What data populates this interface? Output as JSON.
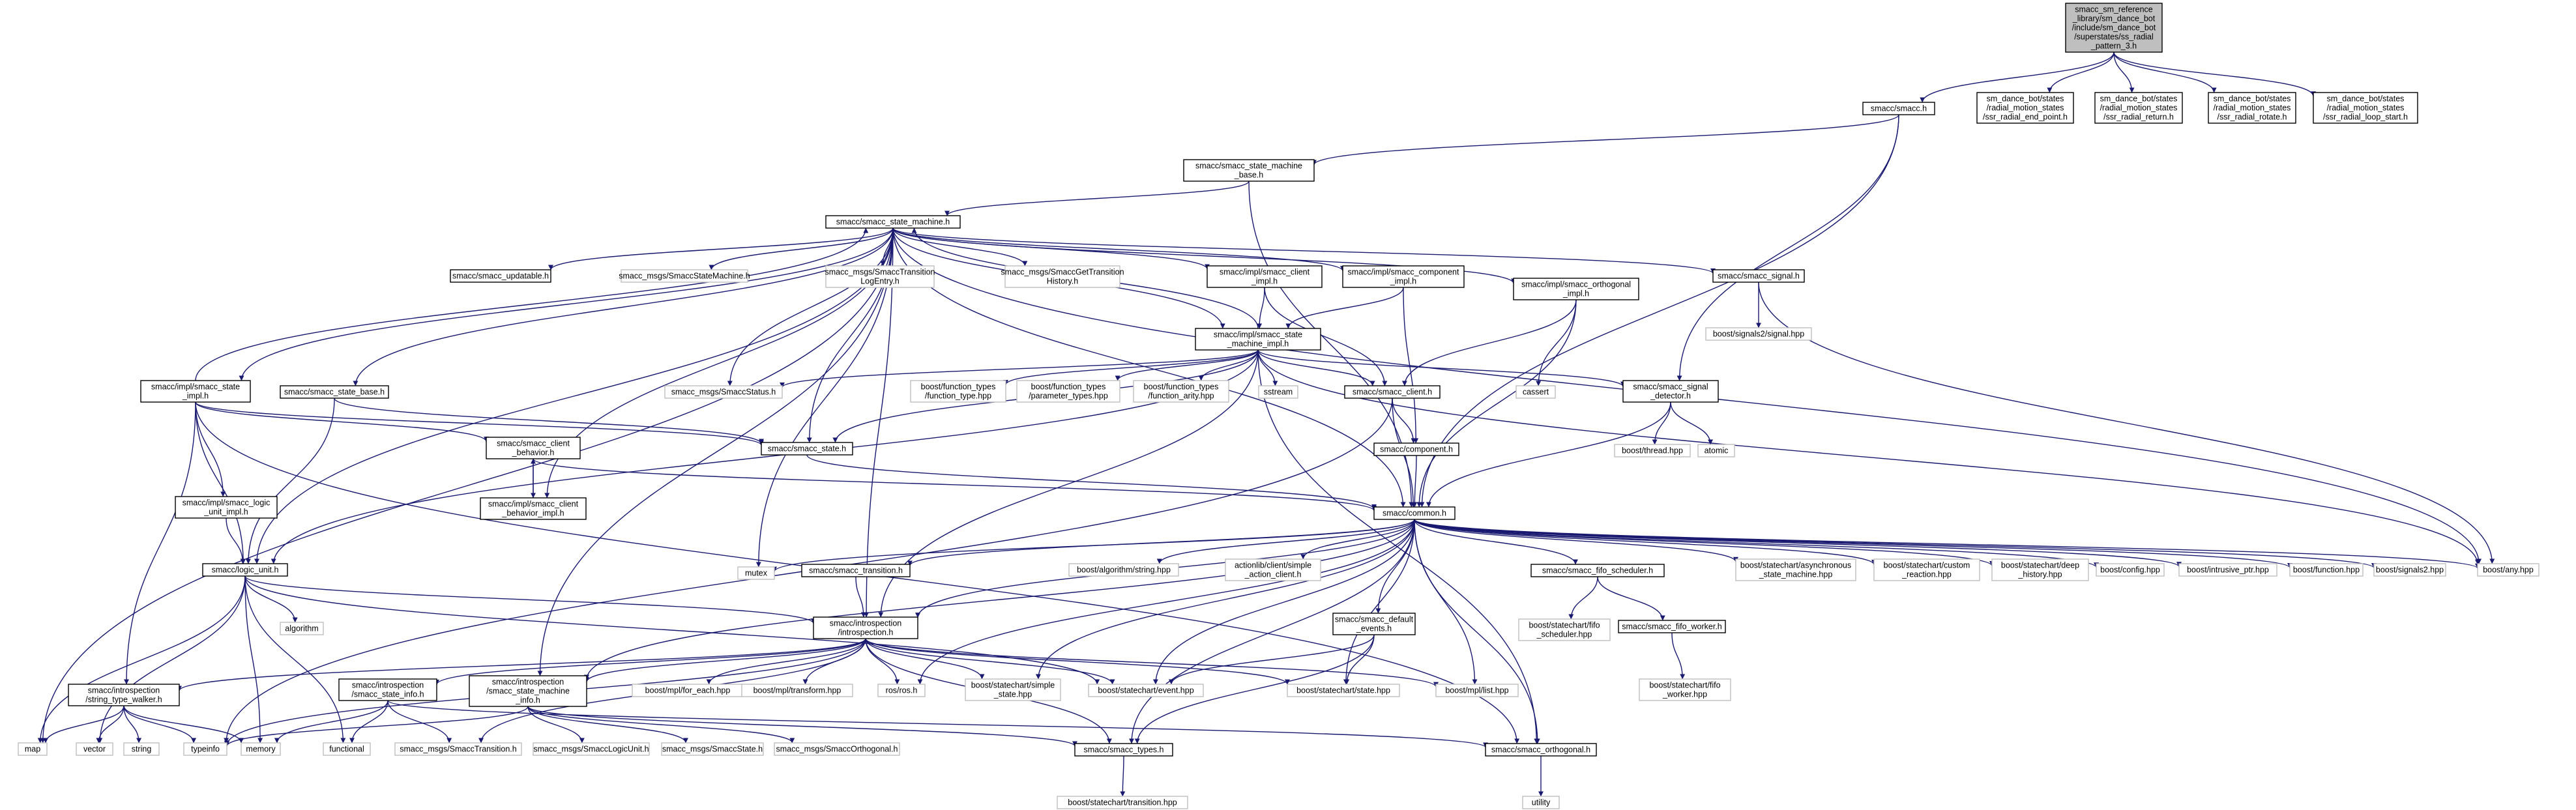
{
  "colors": {
    "root_fill": "#bfbfbf",
    "root_stroke": "#000000",
    "node_fill": "#ffffff",
    "node_stroke": "#000000",
    "external_stroke": "#bfbfbf",
    "edge": "#191970"
  },
  "nodes": [
    {
      "id": "root",
      "kind": "root",
      "lines": [
        "smacc_sm_reference",
        "_library/sm_dance_bot",
        "/include/sm_dance_bot",
        "/superstates/ss_radial",
        "_pattern_3.h"
      ]
    },
    {
      "id": "smacc_h",
      "kind": "doc",
      "lines": [
        "smacc/smacc.h"
      ]
    },
    {
      "id": "radial_end",
      "kind": "doc",
      "lines": [
        "sm_dance_bot/states",
        "/radial_motion_states",
        "/ssr_radial_end_point.h"
      ]
    },
    {
      "id": "radial_return",
      "kind": "doc",
      "lines": [
        "sm_dance_bot/states",
        "/radial_motion_states",
        "/ssr_radial_return.h"
      ]
    },
    {
      "id": "radial_rotate",
      "kind": "doc",
      "lines": [
        "sm_dance_bot/states",
        "/radial_motion_states",
        "/ssr_radial_rotate.h"
      ]
    },
    {
      "id": "radial_loop",
      "kind": "doc",
      "lines": [
        "sm_dance_bot/states",
        "/radial_motion_states",
        "/ssr_radial_loop_start.h"
      ]
    },
    {
      "id": "sm_base",
      "kind": "doc",
      "lines": [
        "smacc/smacc_state_machine",
        "_base.h"
      ]
    },
    {
      "id": "state_machine",
      "kind": "doc",
      "lines": [
        "smacc/smacc_state_machine.h"
      ]
    },
    {
      "id": "updatable",
      "kind": "doc",
      "lines": [
        "smacc/smacc_updatable.h"
      ]
    },
    {
      "id": "msg_statemachine",
      "kind": "ext",
      "lines": [
        "smacc_msgs/SmaccStateMachine.h"
      ]
    },
    {
      "id": "msg_translog",
      "kind": "ext",
      "lines": [
        "smacc_msgs/SmaccTransition",
        "LogEntry.h"
      ]
    },
    {
      "id": "msg_gethist",
      "kind": "ext",
      "lines": [
        "smacc_msgs/SmaccGetTransition",
        "History.h"
      ]
    },
    {
      "id": "client_impl",
      "kind": "doc",
      "lines": [
        "smacc/impl/smacc_client",
        "_impl.h"
      ]
    },
    {
      "id": "component_impl",
      "kind": "doc",
      "lines": [
        "smacc/impl/smacc_component",
        "_impl.h"
      ]
    },
    {
      "id": "signal_h",
      "kind": "doc",
      "lines": [
        "smacc/smacc_signal.h"
      ]
    },
    {
      "id": "signals2_signal",
      "kind": "ext",
      "lines": [
        "boost/signals2/signal.hpp"
      ]
    },
    {
      "id": "orth_impl",
      "kind": "doc",
      "lines": [
        "smacc/impl/smacc_orthogonal",
        "_impl.h"
      ]
    },
    {
      "id": "sm_impl",
      "kind": "doc",
      "lines": [
        "smacc/impl/smacc_state",
        "_machine_impl.h"
      ]
    },
    {
      "id": "state_impl",
      "kind": "doc",
      "lines": [
        "smacc/impl/smacc_state",
        "_impl.h"
      ]
    },
    {
      "id": "state_base",
      "kind": "doc",
      "lines": [
        "smacc/smacc_state_base.h"
      ]
    },
    {
      "id": "msg_status",
      "kind": "ext",
      "lines": [
        "smacc_msgs/SmaccStatus.h"
      ]
    },
    {
      "id": "ft_type",
      "kind": "ext",
      "lines": [
        "boost/function_types",
        "/function_type.hpp"
      ]
    },
    {
      "id": "ft_param",
      "kind": "ext",
      "lines": [
        "boost/function_types",
        "/parameter_types.hpp"
      ]
    },
    {
      "id": "ft_arity",
      "kind": "ext",
      "lines": [
        "boost/function_types",
        "/function_arity.hpp"
      ]
    },
    {
      "id": "sstream",
      "kind": "ext",
      "lines": [
        "sstream"
      ]
    },
    {
      "id": "client_h",
      "kind": "doc",
      "lines": [
        "smacc/smacc_client.h"
      ]
    },
    {
      "id": "cassert",
      "kind": "ext",
      "lines": [
        "cassert"
      ]
    },
    {
      "id": "signal_detector",
      "kind": "doc",
      "lines": [
        "smacc/smacc_signal",
        "_detector.h"
      ]
    },
    {
      "id": "thread_hpp",
      "kind": "ext",
      "lines": [
        "boost/thread.hpp"
      ]
    },
    {
      "id": "atomic",
      "kind": "ext",
      "lines": [
        "atomic"
      ]
    },
    {
      "id": "state_h",
      "kind": "doc",
      "lines": [
        "smacc/smacc_state.h"
      ]
    },
    {
      "id": "client_behavior",
      "kind": "doc",
      "lines": [
        "smacc/smacc_client",
        "_behavior.h"
      ]
    },
    {
      "id": "component_h",
      "kind": "doc",
      "lines": [
        "smacc/component.h"
      ]
    },
    {
      "id": "client_behavior_impl",
      "kind": "doc",
      "lines": [
        "smacc/impl/smacc_client",
        "_behavior_impl.h"
      ]
    },
    {
      "id": "logic_unit_impl",
      "kind": "doc",
      "lines": [
        "smacc/impl/smacc_logic",
        "_unit_impl.h"
      ]
    },
    {
      "id": "common_h",
      "kind": "doc",
      "lines": [
        "smacc/common.h"
      ]
    },
    {
      "id": "logic_unit",
      "kind": "doc",
      "lines": [
        "smacc/logic_unit.h"
      ]
    },
    {
      "id": "mutex",
      "kind": "ext",
      "lines": [
        "mutex"
      ]
    },
    {
      "id": "transition_h",
      "kind": "doc",
      "lines": [
        "smacc/smacc_transition.h"
      ]
    },
    {
      "id": "alg_string",
      "kind": "ext",
      "lines": [
        "boost/algorithm/string.hpp"
      ]
    },
    {
      "id": "simple_action",
      "kind": "ext",
      "lines": [
        "actionlib/client/simple",
        "_action_client.h"
      ]
    },
    {
      "id": "fifo_sched",
      "kind": "doc",
      "lines": [
        "smacc/smacc_fifo_scheduler.h"
      ]
    },
    {
      "id": "async_sm",
      "kind": "ext",
      "lines": [
        "boost/statechart/asynchronous",
        "_state_machine.hpp"
      ]
    },
    {
      "id": "custom_reaction",
      "kind": "ext",
      "lines": [
        "boost/statechart/custom",
        "_reaction.hpp"
      ]
    },
    {
      "id": "deep_history",
      "kind": "ext",
      "lines": [
        "boost/statechart/deep",
        "_history.hpp"
      ]
    },
    {
      "id": "config_hpp",
      "kind": "ext",
      "lines": [
        "boost/config.hpp"
      ]
    },
    {
      "id": "intrusive_ptr",
      "kind": "ext",
      "lines": [
        "boost/intrusive_ptr.hpp"
      ]
    },
    {
      "id": "function_hpp",
      "kind": "ext",
      "lines": [
        "boost/function.hpp"
      ]
    },
    {
      "id": "signals2_hpp",
      "kind": "ext",
      "lines": [
        "boost/signals2.hpp"
      ]
    },
    {
      "id": "any_hpp",
      "kind": "ext",
      "lines": [
        "boost/any.hpp"
      ]
    },
    {
      "id": "algorithm",
      "kind": "ext",
      "lines": [
        "algorithm"
      ]
    },
    {
      "id": "introspection",
      "kind": "doc",
      "lines": [
        "smacc/introspection",
        "/introspection.h"
      ]
    },
    {
      "id": "default_events",
      "kind": "doc",
      "lines": [
        "smacc/smacc_default",
        "_events.h"
      ]
    },
    {
      "id": "fifo_sched_hpp",
      "kind": "ext",
      "lines": [
        "boost/statechart/fifo",
        "_scheduler.hpp"
      ]
    },
    {
      "id": "fifo_worker",
      "kind": "doc",
      "lines": [
        "smacc/smacc_fifo_worker.h"
      ]
    },
    {
      "id": "fifo_worker_hpp",
      "kind": "ext",
      "lines": [
        "boost/statechart/fifo",
        "_worker.hpp"
      ]
    },
    {
      "id": "stw",
      "kind": "doc",
      "lines": [
        "smacc/introspection",
        "/string_type_walker.h"
      ]
    },
    {
      "id": "state_info",
      "kind": "doc",
      "lines": [
        "smacc/introspection",
        "/smacc_state_info.h"
      ]
    },
    {
      "id": "sm_info",
      "kind": "doc",
      "lines": [
        "smacc/introspection",
        "/smacc_state_machine",
        "_info.h"
      ]
    },
    {
      "id": "for_each",
      "kind": "ext",
      "lines": [
        "boost/mpl/for_each.hpp"
      ]
    },
    {
      "id": "transform",
      "kind": "ext",
      "lines": [
        "boost/mpl/transform.hpp"
      ]
    },
    {
      "id": "ros_h",
      "kind": "ext",
      "lines": [
        "ros/ros.h"
      ]
    },
    {
      "id": "simple_state",
      "kind": "ext",
      "lines": [
        "boost/statechart/simple",
        "_state.hpp"
      ]
    },
    {
      "id": "event_hpp",
      "kind": "ext",
      "lines": [
        "boost/statechart/event.hpp"
      ]
    },
    {
      "id": "state_hpp",
      "kind": "ext",
      "lines": [
        "boost/statechart/state.hpp"
      ]
    },
    {
      "id": "list_hpp",
      "kind": "ext",
      "lines": [
        "boost/mpl/list.hpp"
      ]
    },
    {
      "id": "map",
      "kind": "ext",
      "lines": [
        "map"
      ]
    },
    {
      "id": "vector",
      "kind": "ext",
      "lines": [
        "vector"
      ]
    },
    {
      "id": "string",
      "kind": "ext",
      "lines": [
        "string"
      ]
    },
    {
      "id": "typeinfo",
      "kind": "ext",
      "lines": [
        "typeinfo"
      ]
    },
    {
      "id": "memory",
      "kind": "ext",
      "lines": [
        "memory"
      ]
    },
    {
      "id": "functional",
      "kind": "ext",
      "lines": [
        "functional"
      ]
    },
    {
      "id": "msg_transition",
      "kind": "ext",
      "lines": [
        "smacc_msgs/SmaccTransition.h"
      ]
    },
    {
      "id": "msg_logicunit",
      "kind": "ext",
      "lines": [
        "smacc_msgs/SmaccLogicUnit.h"
      ]
    },
    {
      "id": "msg_state",
      "kind": "ext",
      "lines": [
        "smacc_msgs/SmaccState.h"
      ]
    },
    {
      "id": "msg_orthogonal",
      "kind": "ext",
      "lines": [
        "smacc_msgs/SmaccOrthogonal.h"
      ]
    },
    {
      "id": "types_h",
      "kind": "doc",
      "lines": [
        "smacc/smacc_types.h"
      ]
    },
    {
      "id": "orthogonal_h",
      "kind": "doc",
      "lines": [
        "smacc/smacc_orthogonal.h"
      ]
    },
    {
      "id": "transition_hpp",
      "kind": "ext",
      "lines": [
        "boost/statechart/transition.hpp"
      ]
    },
    {
      "id": "utility",
      "kind": "ext",
      "lines": [
        "utility"
      ]
    }
  ],
  "edges": [
    [
      "root",
      "smacc_h"
    ],
    [
      "root",
      "radial_end"
    ],
    [
      "root",
      "radial_return"
    ],
    [
      "root",
      "radial_rotate"
    ],
    [
      "root",
      "radial_loop"
    ],
    [
      "smacc_h",
      "sm_base"
    ],
    [
      "smacc_h",
      "common_h"
    ],
    [
      "smacc_h",
      "signal_detector"
    ],
    [
      "sm_base",
      "state_machine"
    ],
    [
      "sm_base",
      "common_h"
    ],
    [
      "state_machine",
      "updatable"
    ],
    [
      "state_machine",
      "msg_statemachine"
    ],
    [
      "state_machine",
      "msg_translog"
    ],
    [
      "state_machine",
      "msg_gethist"
    ],
    [
      "state_machine",
      "client_impl"
    ],
    [
      "state_machine",
      "component_impl"
    ],
    [
      "state_machine",
      "signal_h"
    ],
    [
      "state_machine",
      "orth_impl"
    ],
    [
      "state_machine",
      "sm_impl"
    ],
    [
      "state_machine",
      "state_impl"
    ],
    [
      "state_machine",
      "state_base"
    ],
    [
      "state_machine",
      "msg_status"
    ],
    [
      "state_machine",
      "state_h"
    ],
    [
      "state_machine",
      "logic_unit"
    ],
    [
      "state_machine",
      "mutex"
    ],
    [
      "state_machine",
      "any_hpp"
    ],
    [
      "state_machine",
      "map"
    ],
    [
      "state_machine",
      "introspection"
    ],
    [
      "state_machine",
      "sm_info"
    ],
    [
      "state_machine",
      "client_behavior_impl"
    ],
    [
      "state_machine",
      "common_h"
    ],
    [
      "signal_h",
      "signals2_signal"
    ],
    [
      "signal_h",
      "any_hpp"
    ],
    [
      "orth_impl",
      "client_h"
    ],
    [
      "orth_impl",
      "cassert"
    ],
    [
      "orth_impl",
      "common_h"
    ],
    [
      "client_impl",
      "sm_impl"
    ],
    [
      "client_impl",
      "client_h"
    ],
    [
      "component_impl",
      "sm_impl"
    ],
    [
      "component_impl",
      "component_h"
    ],
    [
      "sm_impl",
      "state_machine"
    ],
    [
      "sm_impl",
      "msg_status"
    ],
    [
      "sm_impl",
      "ft_type"
    ],
    [
      "sm_impl",
      "ft_param"
    ],
    [
      "sm_impl",
      "ft_arity"
    ],
    [
      "sm_impl",
      "sstream"
    ],
    [
      "sm_impl",
      "client_h"
    ],
    [
      "sm_impl",
      "signal_detector"
    ],
    [
      "sm_impl",
      "state_h"
    ],
    [
      "sm_impl",
      "logic_unit"
    ],
    [
      "sm_impl",
      "introspection"
    ],
    [
      "sm_impl",
      "orthogonal_h"
    ],
    [
      "sm_impl",
      "any_hpp"
    ],
    [
      "state_impl",
      "state_machine"
    ],
    [
      "state_impl",
      "logic_unit_impl"
    ],
    [
      "state_impl",
      "logic_unit"
    ],
    [
      "state_impl",
      "client_behavior"
    ],
    [
      "state_impl",
      "stw"
    ],
    [
      "state_impl",
      "state_h"
    ],
    [
      "state_impl",
      "orthogonal_h"
    ],
    [
      "state_base",
      "state_h"
    ],
    [
      "state_base",
      "logic_unit"
    ],
    [
      "client_h",
      "common_h"
    ],
    [
      "client_h",
      "component_h"
    ],
    [
      "client_h",
      "typeinfo"
    ],
    [
      "signal_detector",
      "thread_hpp"
    ],
    [
      "signal_detector",
      "atomic"
    ],
    [
      "signal_detector",
      "common_h"
    ],
    [
      "state_h",
      "common_h"
    ],
    [
      "client_behavior",
      "common_h"
    ],
    [
      "client_behavior",
      "client_behavior_impl"
    ],
    [
      "client_behavior_impl",
      "client_behavior"
    ],
    [
      "component_h",
      "common_h"
    ],
    [
      "logic_unit_impl",
      "logic_unit"
    ],
    [
      "common_h",
      "mutex"
    ],
    [
      "common_h",
      "transition_h"
    ],
    [
      "common_h",
      "alg_string"
    ],
    [
      "common_h",
      "simple_action"
    ],
    [
      "common_h",
      "fifo_sched"
    ],
    [
      "common_h",
      "async_sm"
    ],
    [
      "common_h",
      "custom_reaction"
    ],
    [
      "common_h",
      "deep_history"
    ],
    [
      "common_h",
      "config_hpp"
    ],
    [
      "common_h",
      "intrusive_ptr"
    ],
    [
      "common_h",
      "function_hpp"
    ],
    [
      "common_h",
      "signals2_hpp"
    ],
    [
      "common_h",
      "any_hpp"
    ],
    [
      "common_h",
      "introspection"
    ],
    [
      "common_h",
      "default_events"
    ],
    [
      "common_h",
      "ros_h"
    ],
    [
      "common_h",
      "simple_state"
    ],
    [
      "common_h",
      "event_hpp"
    ],
    [
      "common_h",
      "state_hpp"
    ],
    [
      "common_h",
      "list_hpp"
    ],
    [
      "common_h",
      "types_h"
    ],
    [
      "common_h",
      "orthogonal_h"
    ],
    [
      "common_h",
      "sm_info"
    ],
    [
      "logic_unit",
      "algorithm"
    ],
    [
      "logic_unit",
      "introspection"
    ],
    [
      "logic_unit",
      "map"
    ],
    [
      "logic_unit",
      "vector"
    ],
    [
      "logic_unit",
      "memory"
    ],
    [
      "logic_unit",
      "functional"
    ],
    [
      "logic_unit",
      "event_hpp"
    ],
    [
      "transition_h",
      "introspection"
    ],
    [
      "fifo_sched",
      "fifo_sched_hpp"
    ],
    [
      "fifo_sched",
      "fifo_worker"
    ],
    [
      "fifo_worker",
      "fifo_worker_hpp"
    ],
    [
      "default_events",
      "event_hpp"
    ],
    [
      "default_events",
      "state_hpp"
    ],
    [
      "default_events",
      "types_h"
    ],
    [
      "introspection",
      "stw"
    ],
    [
      "introspection",
      "state_info"
    ],
    [
      "introspection",
      "sm_info"
    ],
    [
      "introspection",
      "for_each"
    ],
    [
      "introspection",
      "transform"
    ],
    [
      "introspection",
      "ros_h"
    ],
    [
      "introspection",
      "simple_state"
    ],
    [
      "introspection",
      "event_hpp"
    ],
    [
      "introspection",
      "state_hpp"
    ],
    [
      "introspection",
      "list_hpp"
    ],
    [
      "introspection",
      "types_h"
    ],
    [
      "introspection",
      "typeinfo"
    ],
    [
      "introspection",
      "msg_transition"
    ],
    [
      "stw",
      "map"
    ],
    [
      "stw",
      "vector"
    ],
    [
      "stw",
      "string"
    ],
    [
      "stw",
      "typeinfo"
    ],
    [
      "stw",
      "memory"
    ],
    [
      "state_info",
      "memory"
    ],
    [
      "state_info",
      "functional"
    ],
    [
      "state_info",
      "msg_transition"
    ],
    [
      "state_info",
      "orthogonal_h"
    ],
    [
      "sm_info",
      "msg_logicunit"
    ],
    [
      "sm_info",
      "msg_state"
    ],
    [
      "sm_info",
      "msg_orthogonal"
    ],
    [
      "sm_info",
      "types_h"
    ],
    [
      "sm_info",
      "typeinfo"
    ],
    [
      "types_h",
      "transition_hpp"
    ],
    [
      "orthogonal_h",
      "utility"
    ]
  ]
}
